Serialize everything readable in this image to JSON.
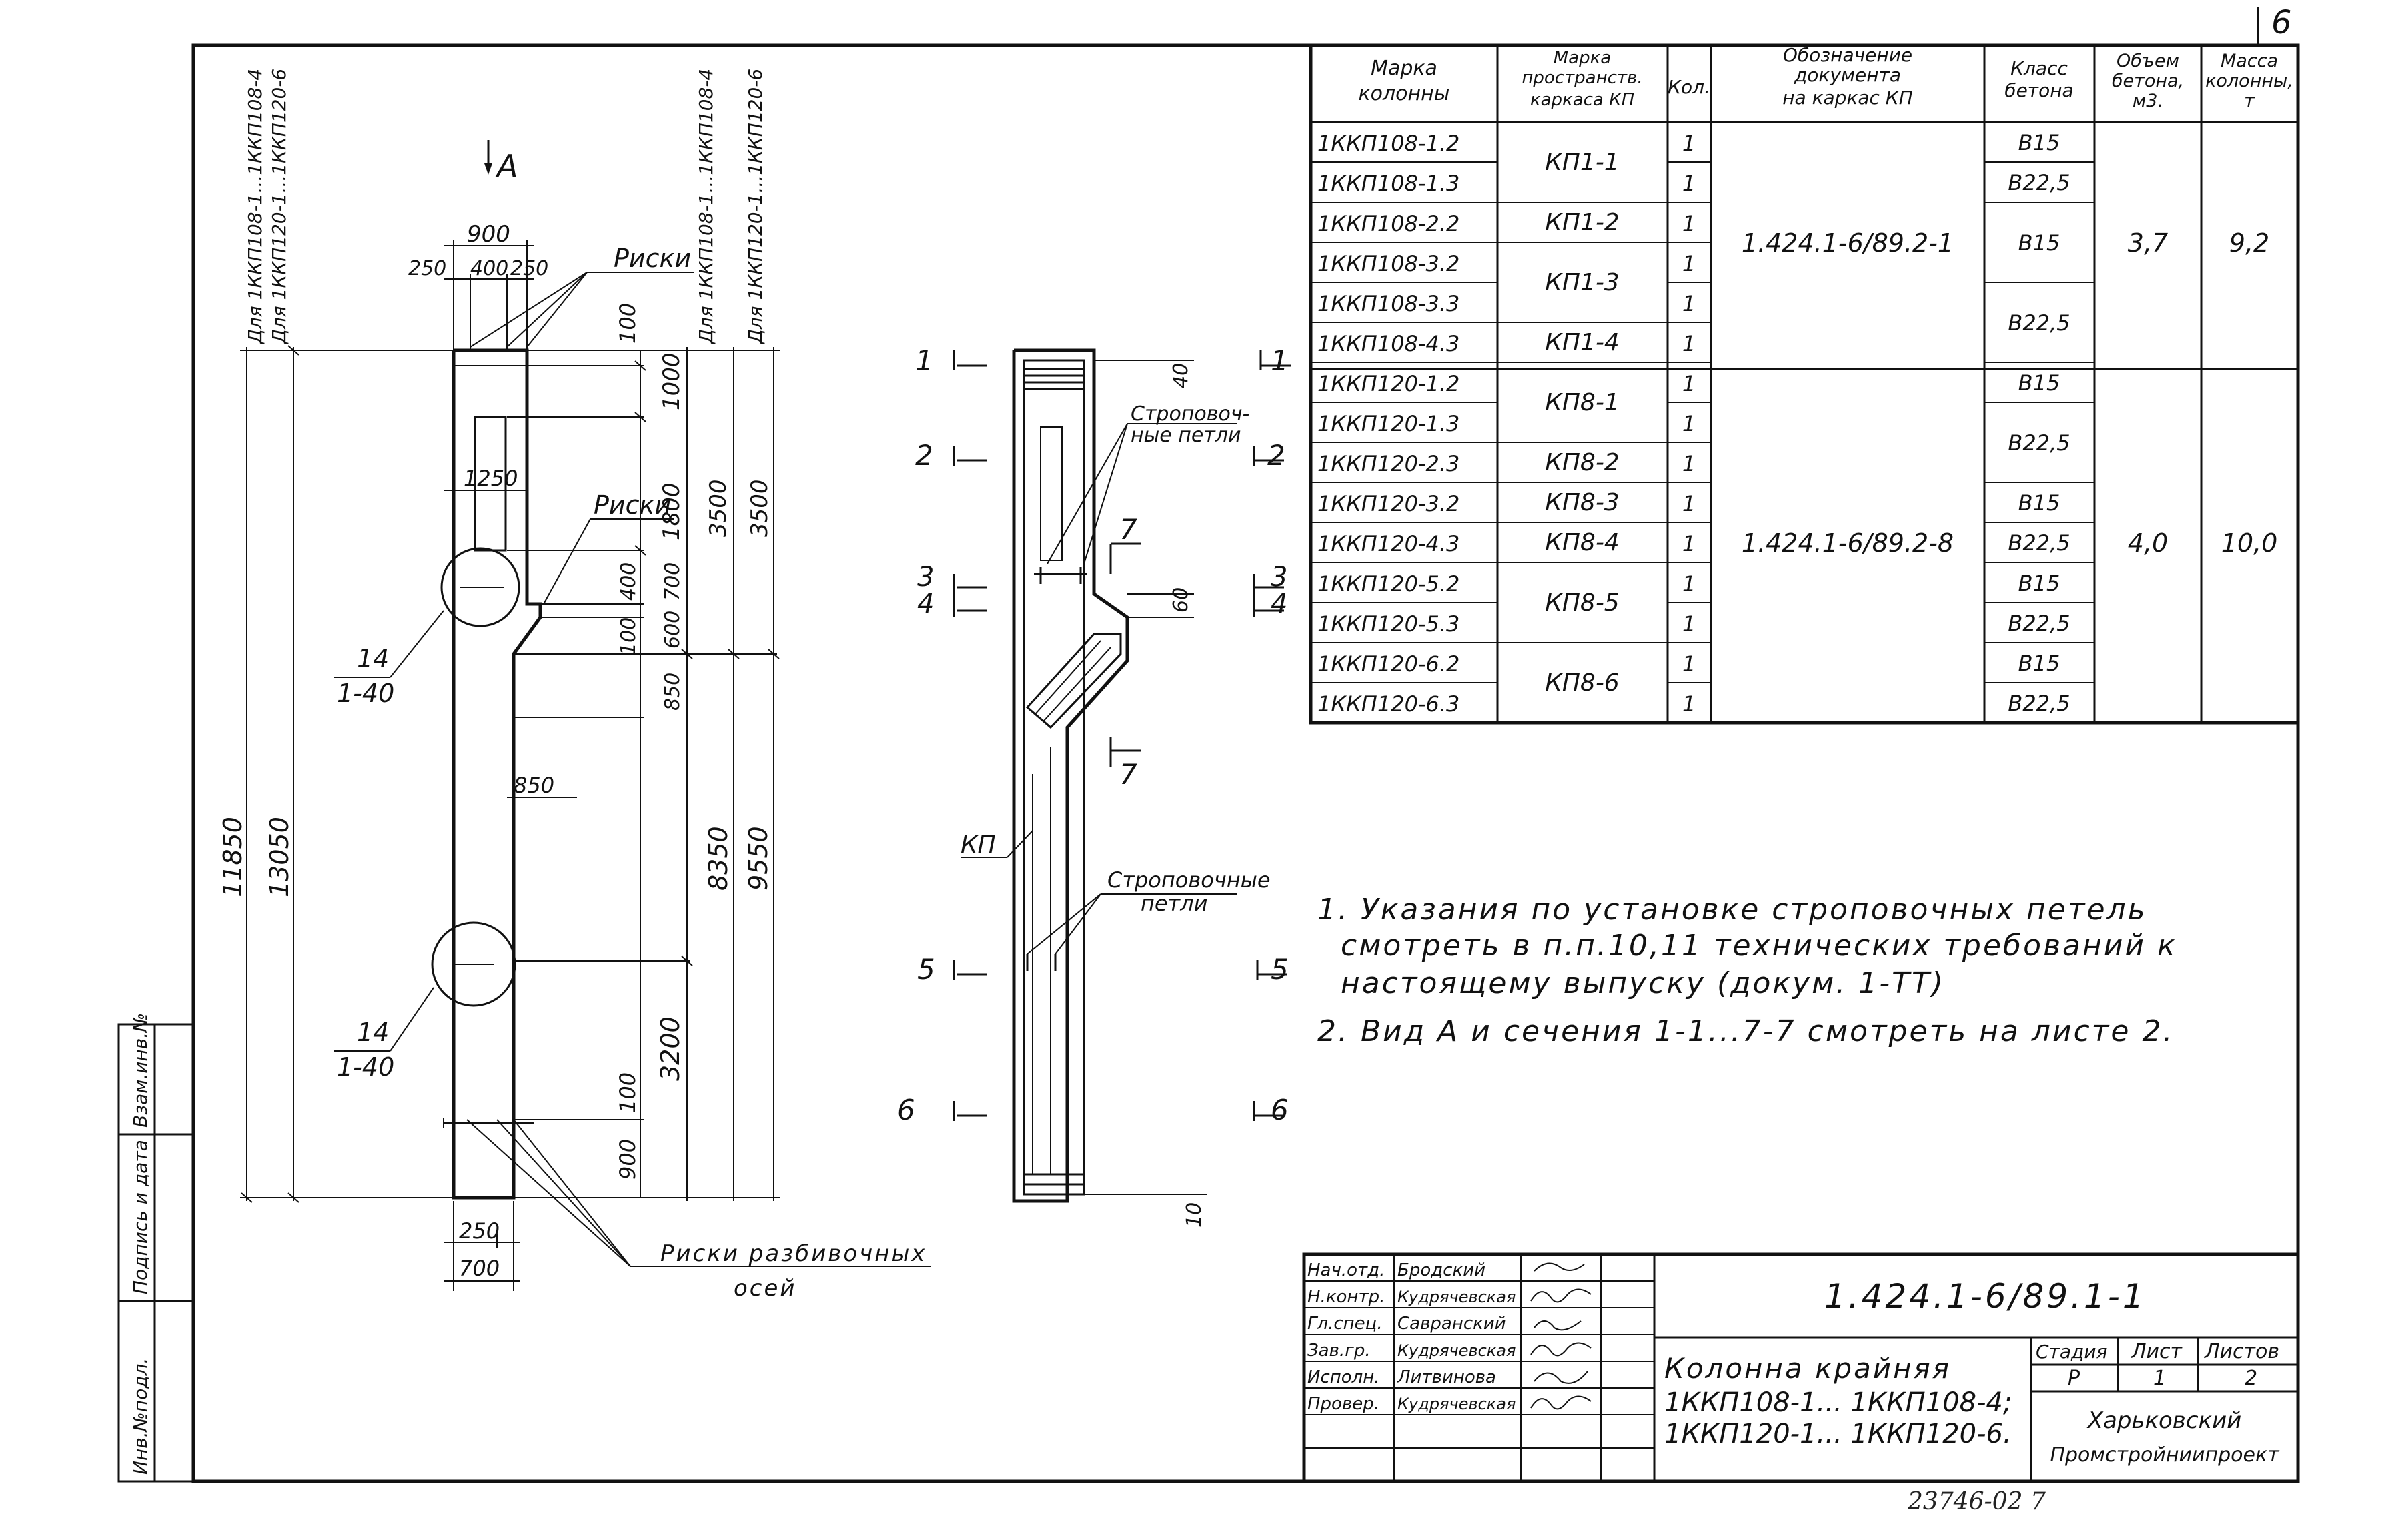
{
  "sheet_number": "6",
  "drawing": {
    "view_arrow": "А",
    "rebar_labels": {
      "riski_top": "Риски",
      "riski_mid": "Риски",
      "riski_bottom_1": "Риски разбивочных",
      "riski_bottom_2": "осей"
    },
    "left_dims": {
      "label_a": "Для 1ККП108-1...1ККП108-4",
      "label_b": "Для 1ККП120-1...1ККП120-6",
      "total_a": "11850",
      "total_b": "13050"
    },
    "right_dims": {
      "label_a": "Для 1ККП108-1...1ККП108-4",
      "label_b": "Для 1ККП120-1...1ККП120-6",
      "upper_a": "3500",
      "upper_b": "3500",
      "lower_a": "8350",
      "lower_b": "9550",
      "d1000": "1000",
      "d1800": "1800",
      "d100a": "100",
      "d400": "400",
      "d700": "700",
      "d100b": "100",
      "d600": "600",
      "d850v": "850",
      "d3200": "3200",
      "d100c": "100",
      "d900v": "900"
    },
    "top_dims": {
      "w900": "900",
      "w250a": "250",
      "w400": "400",
      "w250b": "250",
      "w1250": "1250",
      "w850": "850",
      "w250c": "250",
      "w700": "700"
    },
    "callouts": [
      {
        "num": "14",
        "ref": "1-40"
      },
      {
        "num": "14",
        "ref": "1-40"
      }
    ],
    "section_marks": [
      "1",
      "2",
      "3",
      "4",
      "5",
      "6",
      "7"
    ],
    "kp_label": "КП",
    "strop_label_1": "Строповоч-",
    "strop_label_2": "ные петли",
    "strop_label_3": "Строповочные",
    "strop_label_4": "петли",
    "dim40": "40",
    "dim60": "60",
    "dim10": "10"
  },
  "table": {
    "headers": [
      "Марка колонны",
      "Марка пространств. каркаса КП",
      "Кол.",
      "Обозначение документа на каркас КП",
      "Класс бетона",
      "Объем бетона, м3.",
      "Масса колонны, т"
    ],
    "rows": [
      {
        "marka": "1ККП108-1.2",
        "kol": "1",
        "klass": "В15"
      },
      {
        "marka": "1ККП108-1.3",
        "kol": "1",
        "klass": "В22,5"
      },
      {
        "marka": "1ККП108-2.2",
        "kol": "1",
        "klass": "В15"
      },
      {
        "marka": "1ККП108-3.2",
        "kol": "1",
        "klass": ""
      },
      {
        "marka": "1ККП108-3.3",
        "kol": "1",
        "klass": "В22,5"
      },
      {
        "marka": "1ККП108-4.3",
        "kol": "1",
        "klass": ""
      },
      {
        "marka": "1ККП120-1.2",
        "kol": "1",
        "klass": "В15"
      },
      {
        "marka": "1ККП120-1.3",
        "kol": "1",
        "klass": "В22,5"
      },
      {
        "marka": "1ККП120-2.3",
        "kol": "1",
        "klass": ""
      },
      {
        "marka": "1ККП120-3.2",
        "kol": "1",
        "klass": "В15"
      },
      {
        "marka": "1ККП120-4.3",
        "kol": "1",
        "klass": "В22,5"
      },
      {
        "marka": "1ККП120-5.2",
        "kol": "1",
        "klass": "В15"
      },
      {
        "marka": "1ККП120-5.3",
        "kol": "1",
        "klass": "В22,5"
      },
      {
        "marka": "1ККП120-6.2",
        "kol": "1",
        "klass": "В15"
      },
      {
        "marka": "1ККП120-6.3",
        "kol": "1",
        "klass": "В22,5"
      }
    ],
    "kp": [
      "КП1-1",
      "КП1-2",
      "КП1-3",
      "КП1-4",
      "КП8-1",
      "КП8-2",
      "КП8-3",
      "КП8-4",
      "КП8-5",
      "КП8-6"
    ],
    "doc": [
      "1.424.1-6/89.2-1",
      "1.424.1-6/89.2-8"
    ],
    "volume": [
      "3,7",
      "4,0"
    ],
    "mass": [
      "9,2",
      "10,0"
    ]
  },
  "notes": [
    "1. Указания по установке строповочных петель",
    "смотреть в п.п.10,11 технических требований к",
    "настоящему выпуску (докум. 1-ТТ)",
    "2. Вид А и сечения 1-1...7-7 смотреть на листе 2."
  ],
  "title_block": {
    "code": "1.424.1-6/89.1-1",
    "roles": [
      "Нач.отд.",
      "Н.контр.",
      "Гл.спец.",
      "Зав.гр.",
      "Исполн.",
      "Провер."
    ],
    "names": [
      "Бродский",
      "Кудрячевская",
      "Савранский",
      "Кудрячевская",
      "Литвинова",
      "Кудрячевская"
    ],
    "title_lines": [
      "Колонна крайняя",
      "1ККП108-1... 1ККП108-4;",
      "1ККП120-1... 1ККП120-6."
    ],
    "stage_label": "Стадия",
    "stage": "Р",
    "sheet_label": "Лист",
    "sheet": "1",
    "sheets_label": "Листов",
    "sheets": "2",
    "org_1": "Харьковский",
    "org_2": "Промстройниипроект"
  },
  "side_stamp": [
    "Инв.№подл.",
    "Подпись и дата",
    "Взам.инв.№"
  ],
  "footer_number": "23746-02 7"
}
